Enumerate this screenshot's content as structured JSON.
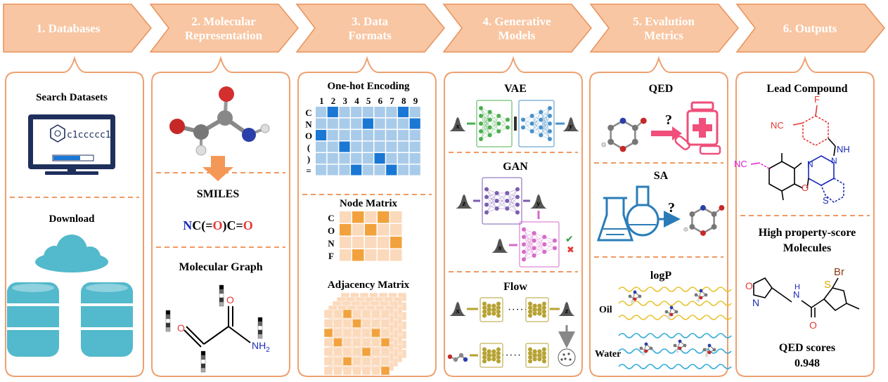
{
  "headers": [
    {
      "lines": [
        "1. Databases"
      ]
    },
    {
      "lines": [
        "2. Molecular",
        "Representation"
      ]
    },
    {
      "lines": [
        "3. Data",
        "Formats"
      ]
    },
    {
      "lines": [
        "4. Generative",
        "Models"
      ]
    },
    {
      "lines": [
        "5. Evalution",
        "Metrics"
      ]
    },
    {
      "lines": [
        "6. Outputs"
      ]
    }
  ],
  "databases": {
    "search_title": "Search Datasets",
    "screen_text": "c1ccccc1",
    "download_title": "Download"
  },
  "representation": {
    "smiles_title": "SMILES",
    "smiles_parts": [
      "N",
      "C(=",
      "O",
      ")C=",
      "O"
    ],
    "graph_title": "Molecular Graph",
    "atom_o": "O",
    "atom_nh": "NH",
    "atom_nh_sub": "2"
  },
  "formats": {
    "onehot_title": "One-hot Encoding",
    "onehot_cols": [
      "1",
      "2",
      "3",
      "4",
      "5",
      "6",
      "7",
      "8",
      "9"
    ],
    "onehot_rows": [
      "C",
      "N",
      "O",
      "(",
      ")",
      "="
    ],
    "onehot_active": [
      [
        0,
        1
      ],
      [
        0,
        7
      ],
      [
        1,
        4
      ],
      [
        1,
        8
      ],
      [
        2,
        0
      ],
      [
        3,
        2
      ],
      [
        4,
        5
      ],
      [
        5,
        3
      ],
      [
        5,
        6
      ]
    ],
    "node_title": "Node Matrix",
    "node_rows": [
      "C",
      "O",
      "N",
      "F"
    ],
    "node_active": [
      [
        0,
        1
      ],
      [
        0,
        3
      ],
      [
        1,
        0
      ],
      [
        1,
        2
      ],
      [
        2,
        4
      ],
      [
        3,
        1
      ]
    ],
    "adj_title": "Adjacency Matrix"
  },
  "models": {
    "vae_title": "VAE",
    "gan_title": "GAN",
    "flow_title": "Flow",
    "sym_x": "x",
    "sym_y": "y",
    "sym_z": "z",
    "dots": "· · · · · · ·",
    "check": "✔",
    "cross": "✖"
  },
  "metrics": {
    "qed_title": "QED",
    "sa_title": "SA",
    "logp_title": "logP",
    "qmark": "?",
    "oil_label": "Oil",
    "water_label": "Water"
  },
  "outputs": {
    "lead_title": "Lead Compound",
    "hp_title_lines": [
      "High property-score",
      "Molecules"
    ],
    "qed_scores_label": "QED scores",
    "qed_scores_value": "0.948",
    "lead_atoms": {
      "f": "F",
      "nc1": "NC",
      "nh": "NH",
      "nc2": "NC",
      "n1": "N",
      "n2": "N",
      "o": "O",
      "s": "S"
    },
    "hp_atoms": {
      "n": "N",
      "o1": "O",
      "nh": "N",
      "h": "H",
      "o2": "O",
      "s": "S",
      "br": "Br"
    }
  },
  "colors": {
    "arrow_fill": "#f8c6a2",
    "arrow_stroke": "#e9925b",
    "panel_stroke": "#eea070",
    "dashed": "#f09a62",
    "monitor": "#1e2f5c",
    "cloud": "#53b9cc",
    "onehot_cell": "#a9cbea",
    "onehot_active": "#1a78d4",
    "node_cell": "#fbd9bb",
    "node_active": "#f2a23d",
    "net_green": "#4caf50",
    "net_blue": "#4a90c8",
    "net_purple": "#7b5cb0",
    "net_pink": "#d46bc9",
    "flow_gold": "#b6a233",
    "molecule_red": "#e53935",
    "pink_arrow": "#ef4f7a",
    "flask_blue": "#2a7cb8",
    "magenta": "#e020d8",
    "dark_blue": "#1a2bb8"
  }
}
